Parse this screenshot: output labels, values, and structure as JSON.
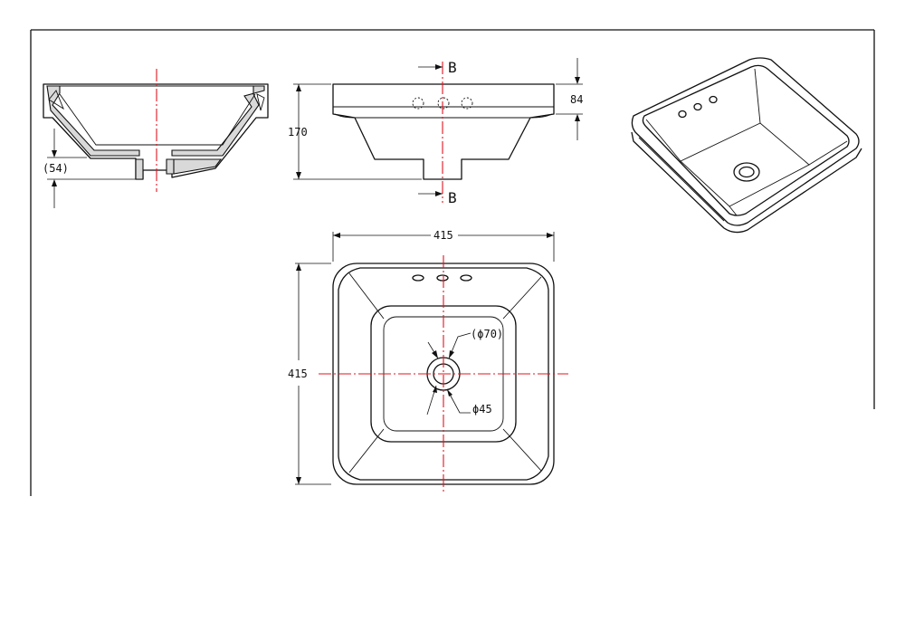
{
  "drawing": {
    "section_label_top": "B",
    "section_label_bottom": "B",
    "side_drain_depth": "(54)",
    "front_height": "170",
    "rim_height": "84",
    "plan_width": "415",
    "plan_depth": "415",
    "outer_drain_diameter": "70",
    "inner_drain_diameter": "45",
    "diameter_symbol": "ϕ"
  },
  "colors": {
    "line": "#111111",
    "centerline": "#e0141e",
    "section_fill": "#d9d9d9",
    "background": "#ffffff"
  },
  "views": [
    "section-view",
    "front-view",
    "isometric-view",
    "plan-view"
  ]
}
